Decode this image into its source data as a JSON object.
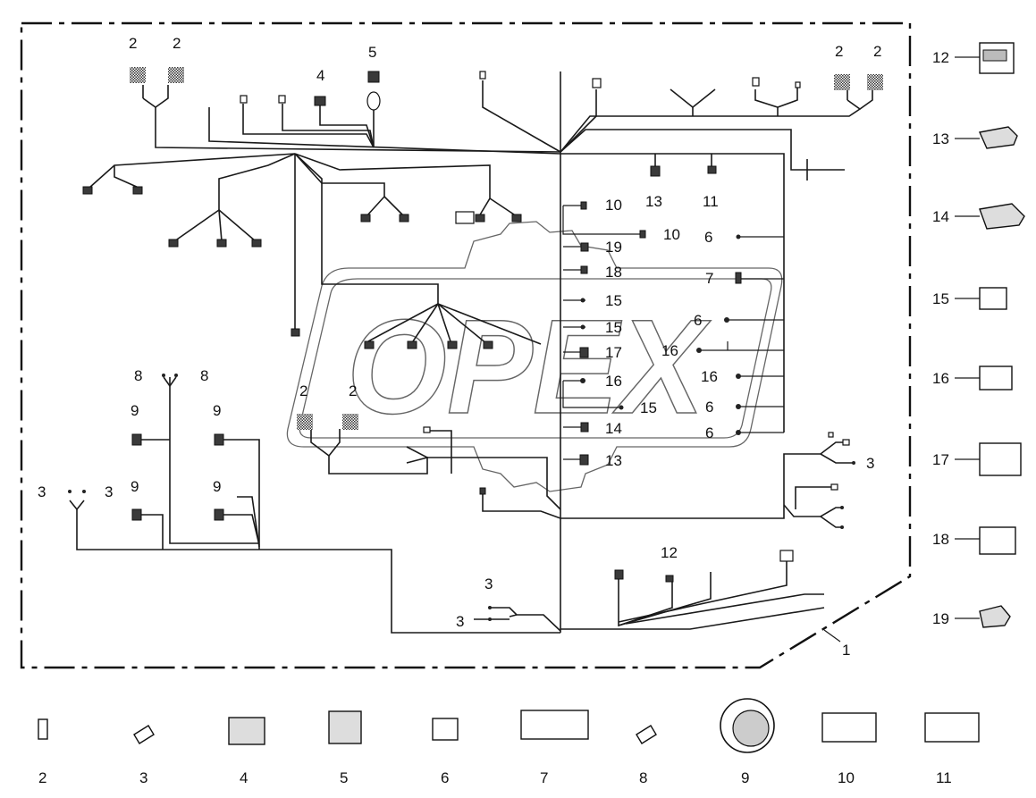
{
  "watermark": {
    "text": "OPEX"
  },
  "callouts": {
    "c2a": "2",
    "c2b": "2",
    "c4": "4",
    "c5": "5",
    "c2c": "2",
    "c2d": "2",
    "c13a": "13",
    "c11a": "11",
    "c10a": "10",
    "c10b": "10",
    "c6a": "6",
    "c19": "19",
    "c18": "18",
    "c7": "7",
    "c15a": "15",
    "c15b": "15",
    "c6b": "6",
    "c17": "17",
    "c16a": "16",
    "c16b": "16",
    "c16c": "16",
    "c15c": "15",
    "c6c": "6",
    "c6d": "6",
    "c14": "14",
    "c13b": "13",
    "c3a": "3",
    "c8a": "8",
    "c8b": "8",
    "c9a": "9",
    "c9b": "9",
    "c9c": "9",
    "c9d": "9",
    "c3b": "3",
    "c3c": "3",
    "c2e": "2",
    "c2f": "2",
    "c12": "12",
    "c3d": "3",
    "c3e": "3",
    "c1": "1"
  },
  "legend_right": [
    "12",
    "13",
    "14",
    "15",
    "16",
    "17",
    "18",
    "19"
  ],
  "legend_bottom": [
    "2",
    "3",
    "4",
    "5",
    "6",
    "7",
    "8",
    "9",
    "10",
    "11"
  ]
}
